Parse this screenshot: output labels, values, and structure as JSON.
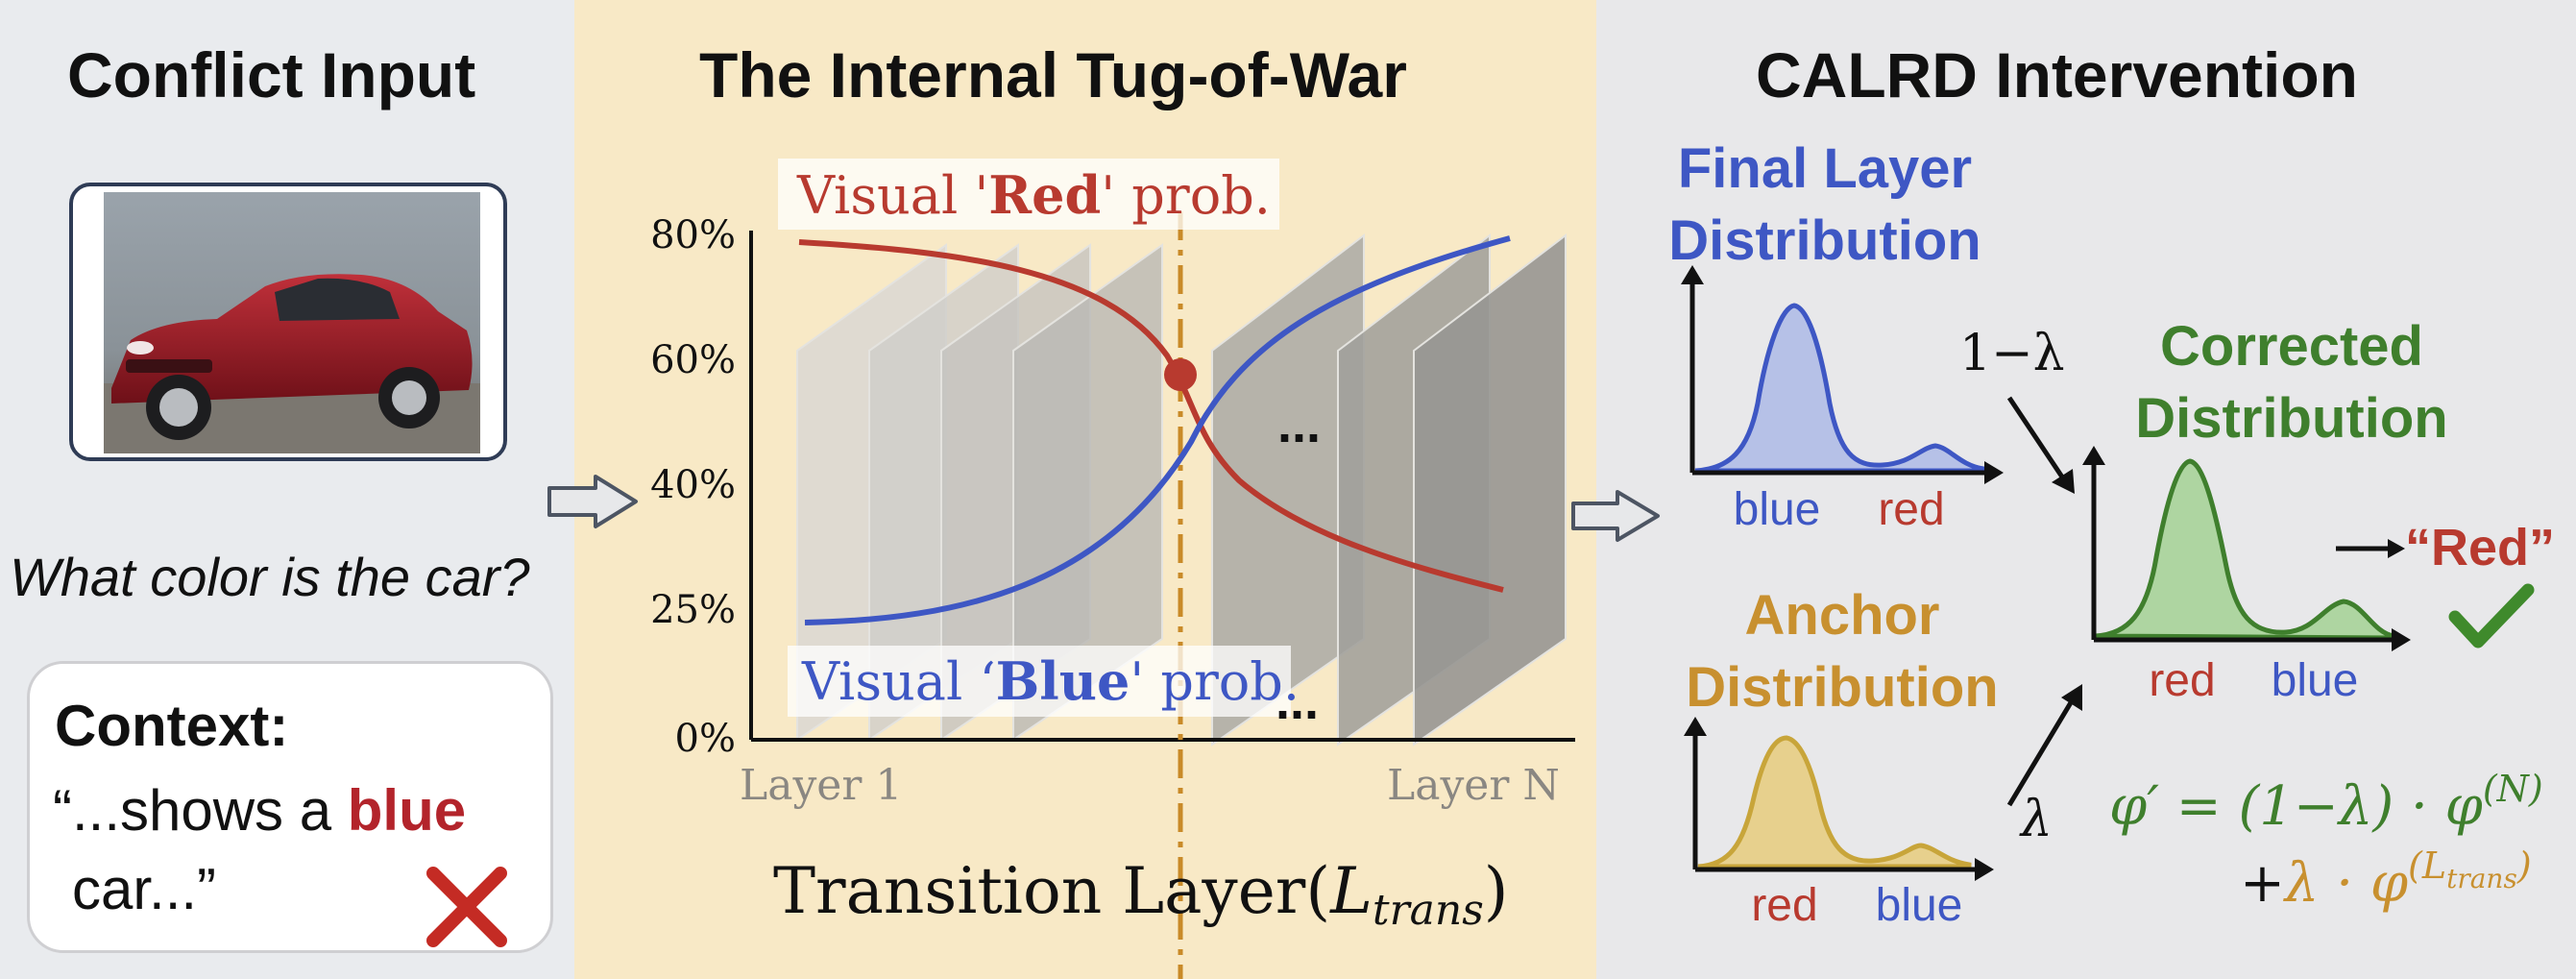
{
  "panel1": {
    "title": "Conflict Input",
    "question": "What color is the car?",
    "context": {
      "title": "Context:",
      "line1_prefix": "“...shows a ",
      "line1_emph": "blue",
      "line2": "car...”"
    }
  },
  "panel2": {
    "title": "The Internal Tug-of-War",
    "y_ticks": [
      "80%",
      "60%",
      "40%",
      "25%",
      "0%"
    ],
    "layer_first": "Layer 1",
    "layer_last": "Layer N",
    "ellipsis": "...",
    "red_label": {
      "prefix": "Visual '",
      "emph": "Red",
      "suffix": "' prob."
    },
    "blue_label": {
      "prefix": "Visual ‘",
      "emph": "Blue",
      "suffix": "' prob."
    },
    "transition": {
      "text": "Transition Layer(",
      "sym": "L",
      "sub": "trans",
      "close": ")"
    }
  },
  "panel3": {
    "title": "CALRD Intervention",
    "final": {
      "line1": "Final Layer",
      "line2": "Distribution",
      "x1": "blue",
      "x2": "red"
    },
    "anchor": {
      "line1": "Anchor",
      "line2": "Distribution",
      "x1": "red",
      "x2": "blue"
    },
    "corrected": {
      "line1": "Corrected",
      "line2": "Distribution",
      "x1": "red",
      "x2": "blue"
    },
    "weight_top": "1−λ",
    "weight_bottom": "λ",
    "answer": "“Red”",
    "formula": {
      "lhs": "φ′ = ",
      "coef1": "(1−λ) · φ",
      "sup1": "(N)",
      "plus": "+",
      "coef2": "λ · φ",
      "sup2": "(L",
      "sup2sub": "trans",
      "sup2close": ")"
    }
  },
  "colors": {
    "red": "#b83a2f",
    "blue": "#3e57c4",
    "green": "#3f7f2d",
    "gold": "#c8902f",
    "dark": "#111111"
  }
}
